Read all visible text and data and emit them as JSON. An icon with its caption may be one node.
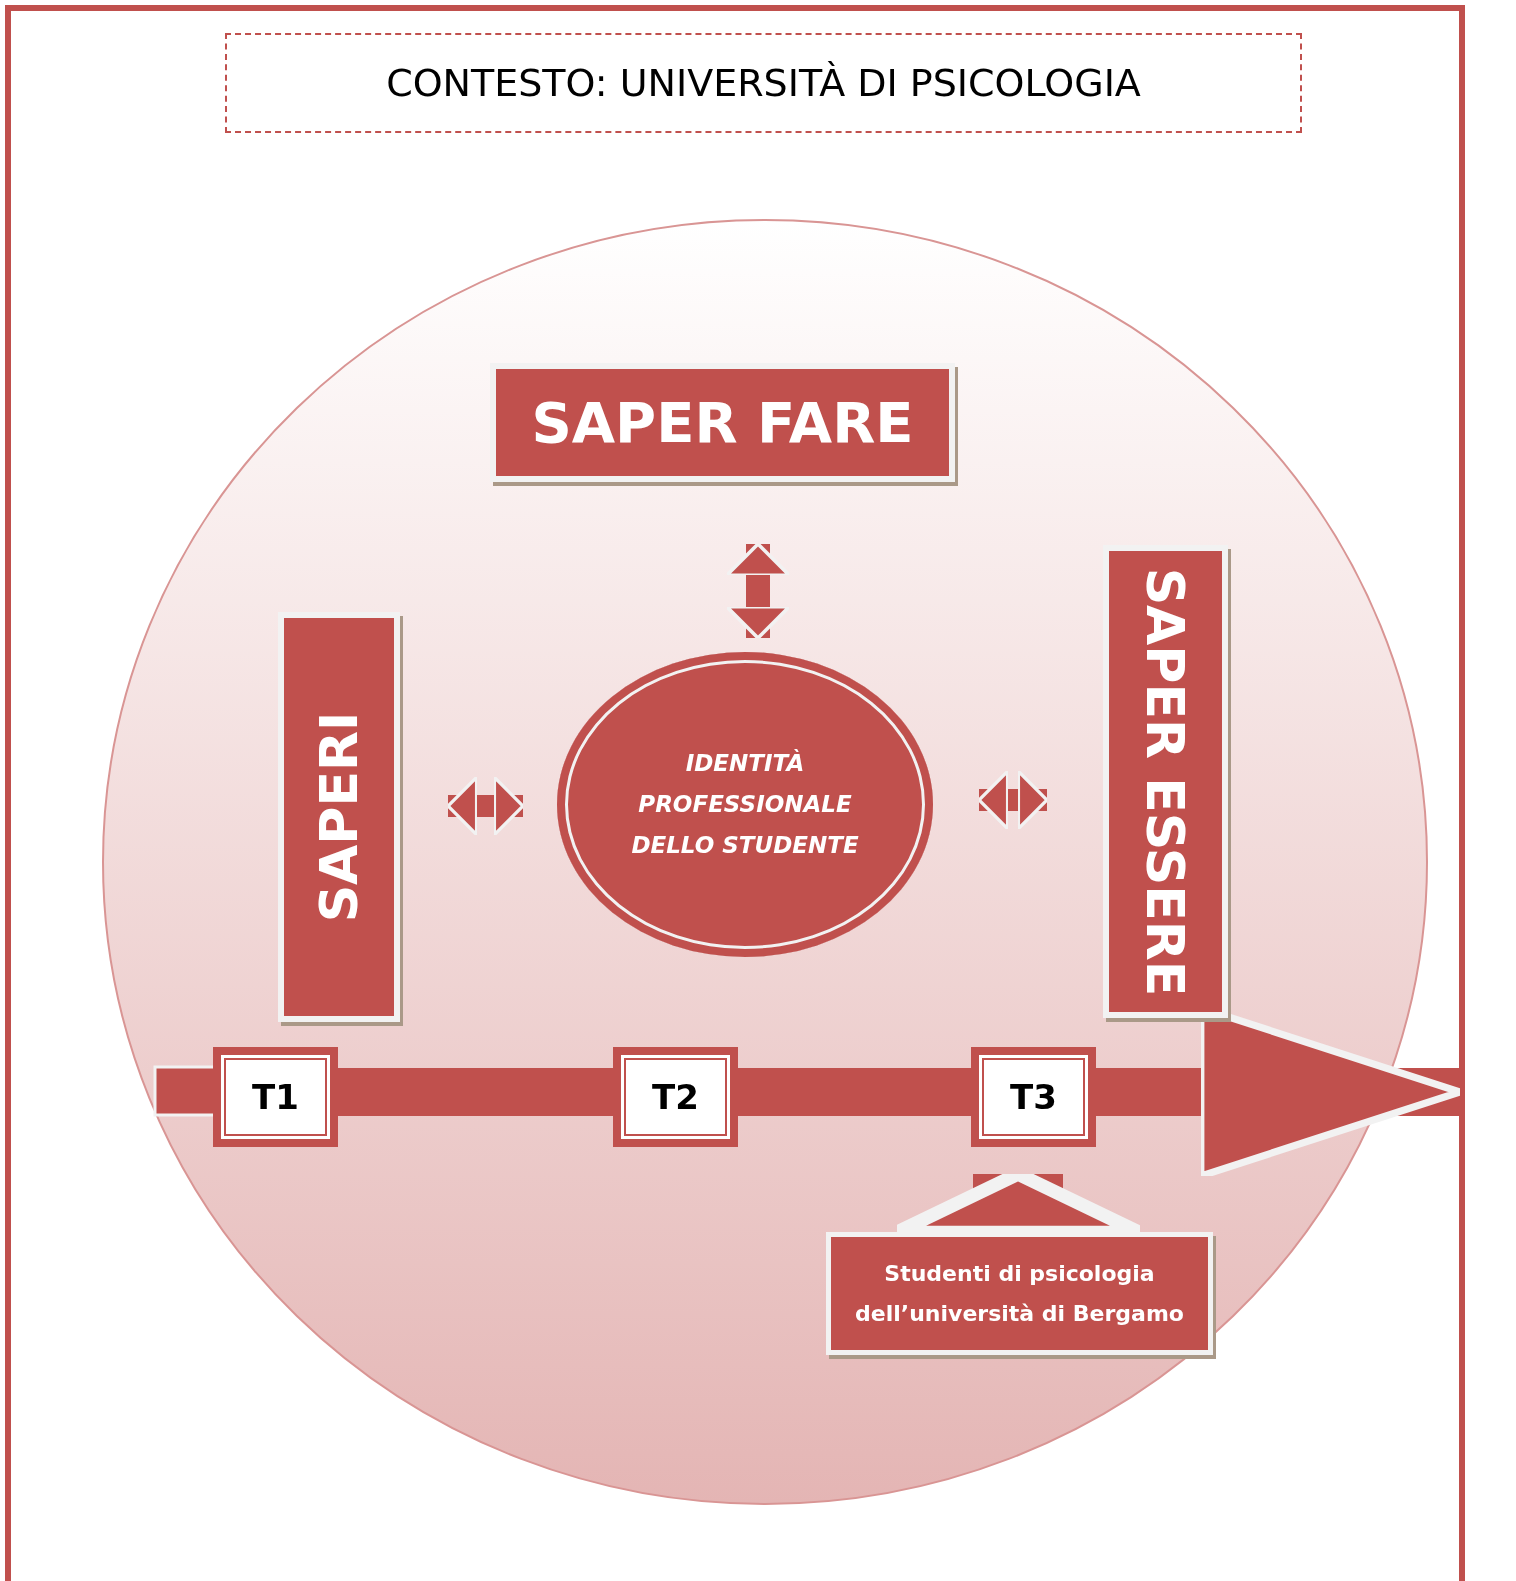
{
  "diagram": {
    "nodes": [
      {
        "text": [
          "CONTESTO: UNIVERSITÀ DI PSICOLOGIA"
        ]
      },
      {
        "text": [
          "SAPER FARE"
        ]
      },
      {
        "text": [
          "SAPERI"
        ]
      },
      {
        "text": [
          "IDENTITÀ PROFESSIONALE DELLO STUDENTE"
        ]
      },
      {
        "text": [
          "SAPER ESSERE"
        ]
      },
      {
        "text": [
          "T1"
        ]
      },
      {
        "text": [
          "T2"
        ]
      },
      {
        "text": [
          "T3"
        ]
      },
      {
        "text": [
          "Studenti di psicologia dell’università di Bergamo"
        ]
      }
    ],
    "edges": [
      {
        "from": 1,
        "to": 3,
        "arrow": "both"
      },
      {
        "from": 2,
        "to": 3,
        "arrow": "both"
      },
      {
        "from": 3,
        "to": 4,
        "arrow": "both"
      },
      {
        "from": 5,
        "to": 6,
        "arrow": "none"
      },
      {
        "from": 6,
        "to": 7,
        "arrow": "none"
      },
      {
        "from": 7,
        "to": null,
        "arrow": "to"
      },
      {
        "from": 8,
        "to": 7,
        "arrow": "to",
        "style": "thick"
      }
    ]
  }
}
